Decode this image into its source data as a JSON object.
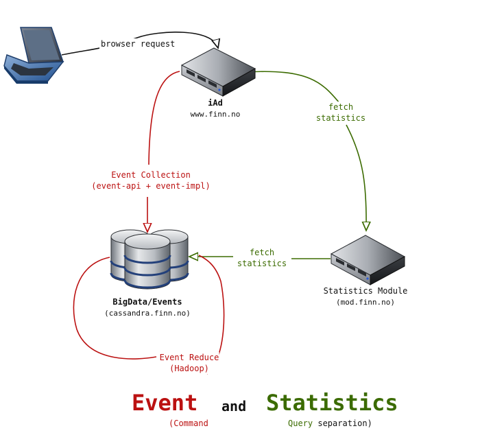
{
  "colors": {
    "red": "#bb1111",
    "green": "#3b6b00",
    "black": "#111111"
  },
  "arrows": {
    "browser_request": "browser request",
    "fetch_statistics_top": [
      "fetch",
      "statistics"
    ],
    "fetch_statistics_mid": [
      "fetch",
      "statistics"
    ]
  },
  "nodes": {
    "laptop": {
      "icon": "laptop-icon"
    },
    "iad": {
      "icon": "server-icon",
      "name": "iAd",
      "host": "www.finn.no"
    },
    "stats": {
      "icon": "server-icon",
      "name": "Statistics Module",
      "host": "(mod.finn.no)"
    },
    "bigdata": {
      "icon": "database-icon",
      "name": "BigData/Events",
      "host": "(cassandra.finn.no)"
    }
  },
  "event_collection": {
    "title": "Event Collection",
    "detail": "(event-api + event-impl)"
  },
  "event_reduce": {
    "title": "Event Reduce",
    "detail": "(Hadoop)"
  },
  "footer": {
    "event": "Event",
    "and": "and",
    "statistics": "Statistics",
    "command": "(Command",
    "query": "Query",
    "separation": "separation)"
  }
}
